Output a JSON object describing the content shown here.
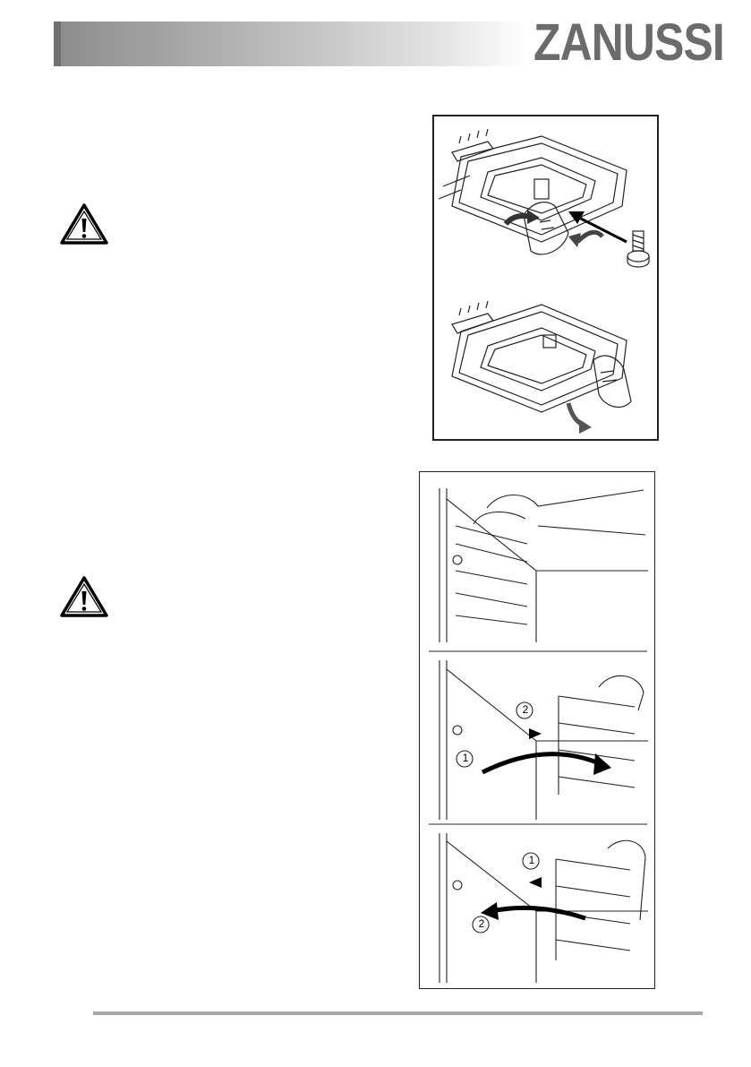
{
  "header": {
    "brand": "ZANUSSI",
    "brand_color": "#6b6b6b"
  },
  "warnings": [
    {
      "icon": "warning-triangle-icon"
    },
    {
      "icon": "warning-triangle-icon"
    }
  ],
  "figures": {
    "heating_element": {
      "callouts": []
    },
    "shelf_supports": {
      "callouts": [
        "2",
        "1",
        "1",
        "2"
      ]
    }
  }
}
